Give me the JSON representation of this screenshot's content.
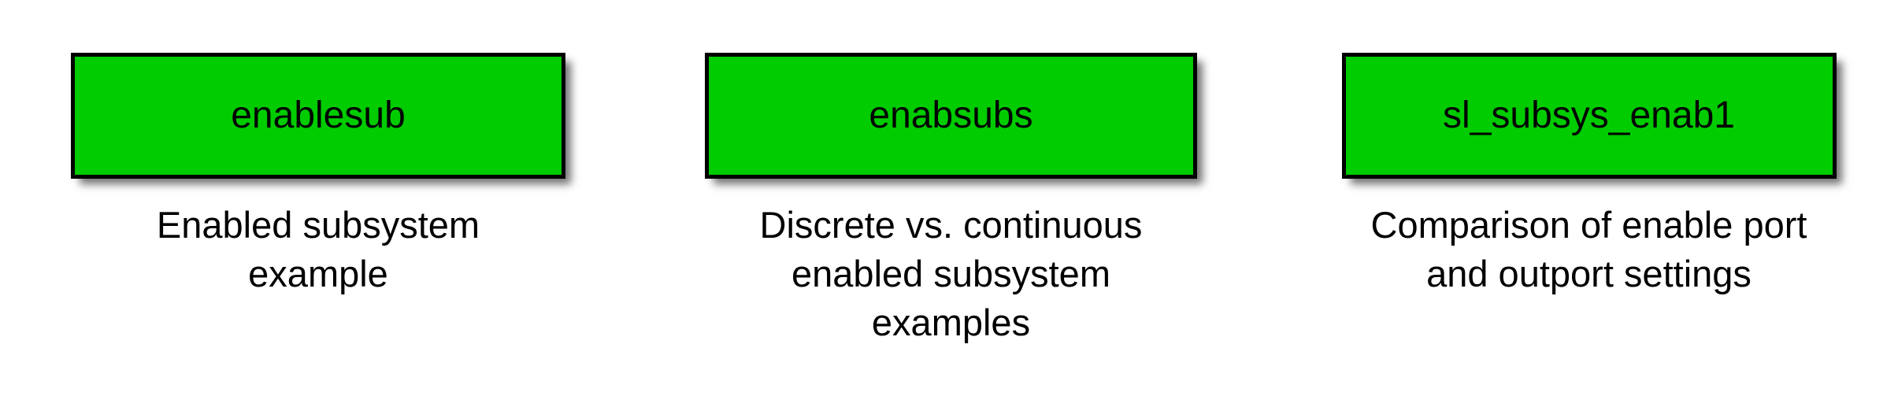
{
  "page": {
    "background_color": "#ffffff",
    "text_color": "#000000"
  },
  "style": {
    "block_fill_color": "#00cc00",
    "block_border_color": "#000000",
    "shadow_color": "rgba(0,0,0,0.55)"
  },
  "models": [
    {
      "label": "enablesub",
      "caption": "Enabled subsystem\nexample"
    },
    {
      "label": "enabsubs",
      "caption": "Discrete vs. continuous\nenabled subsystem\nexamples"
    },
    {
      "label": "sl_subsys_enab1",
      "caption": "Comparison of enable port\nand outport settings"
    }
  ]
}
